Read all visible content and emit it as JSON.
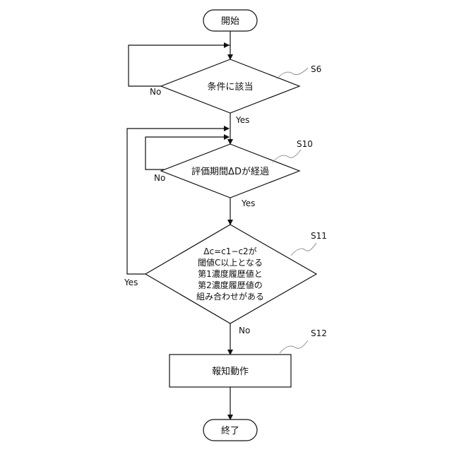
{
  "nodes": {
    "start": "開始",
    "s6_condition": "条件に該当",
    "s10_condition": "評価期間ΔDが経過",
    "s11_lines": [
      "Δc=c1−c2が",
      "閾値C以上となる",
      "第1濃度履歴値と",
      "第2濃度履歴値の",
      "組み合わせがある"
    ],
    "s12_action": "報知動作",
    "end": "終了"
  },
  "step_labels": {
    "s6": "S6",
    "s10": "S10",
    "s11": "S11",
    "s12": "S12"
  },
  "edge_labels": {
    "s6_no": "No",
    "s6_yes": "Yes",
    "s10_no": "No",
    "s10_yes": "Yes",
    "s11_yes": "Yes",
    "s11_no": "No"
  }
}
